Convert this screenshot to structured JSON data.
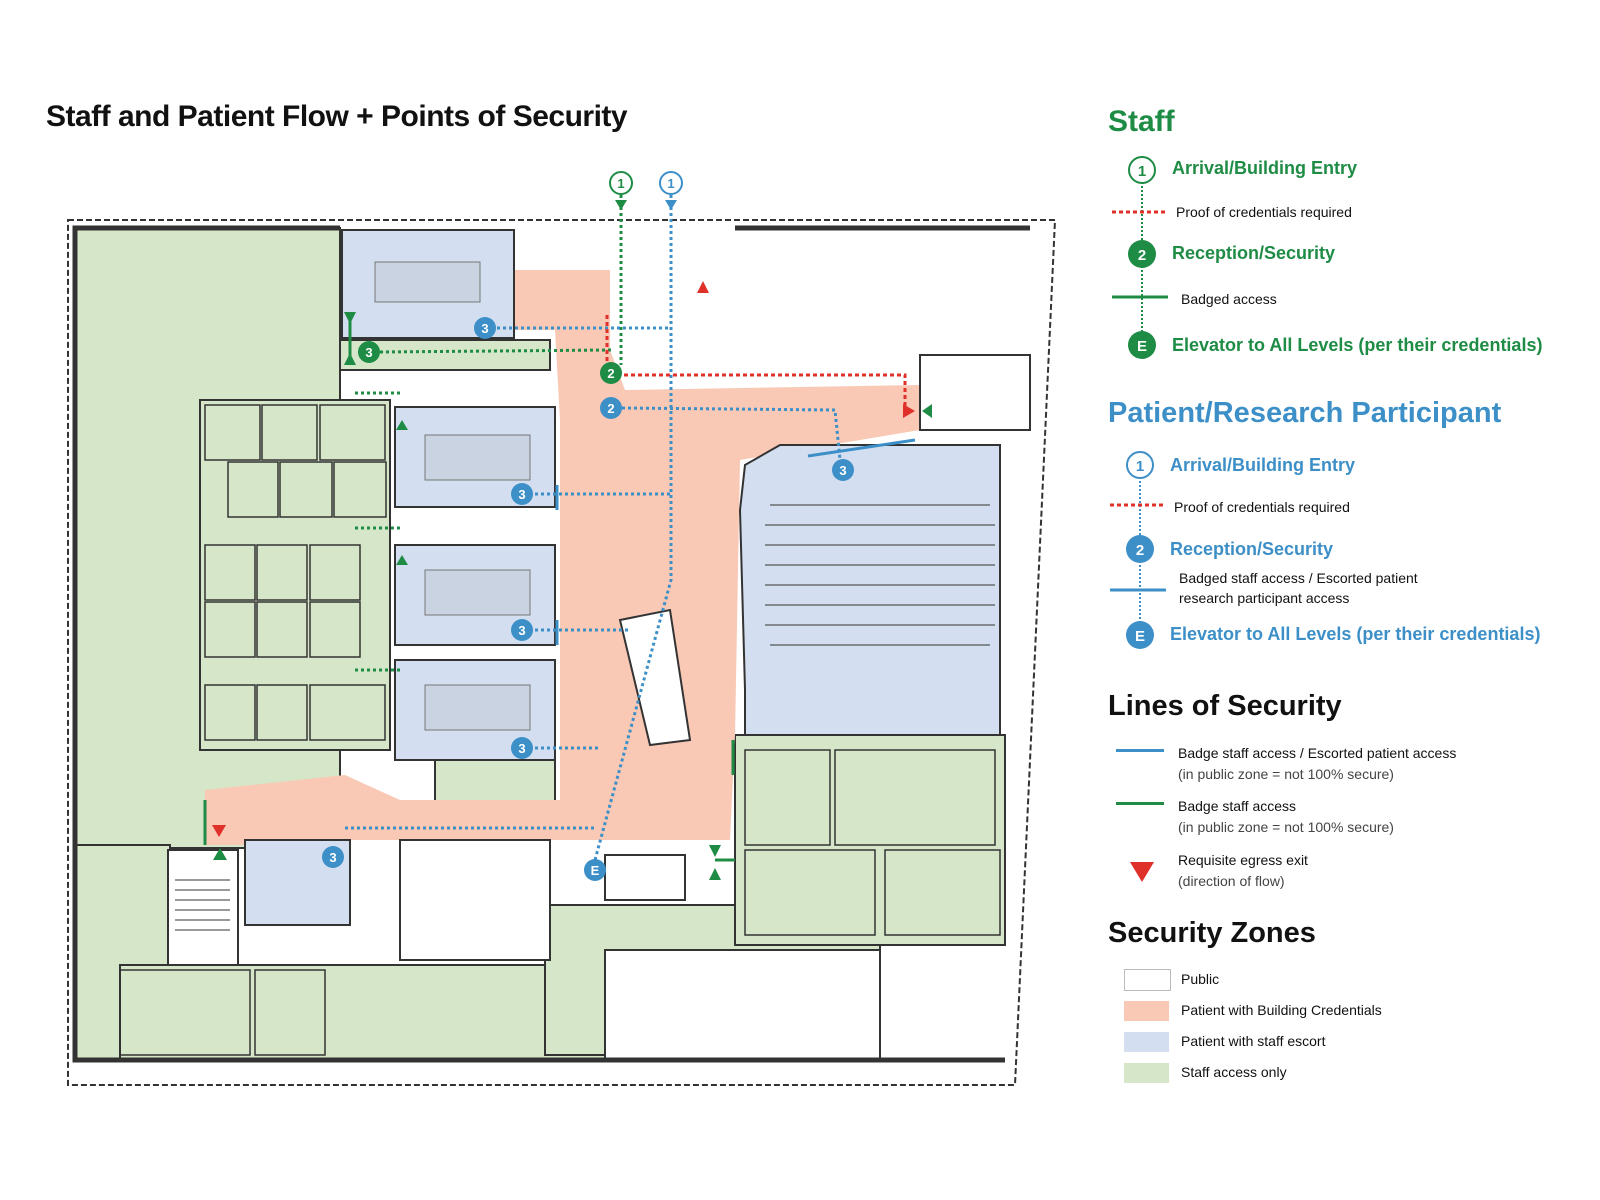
{
  "title": "Staff and Patient Flow + Points of Security",
  "colors": {
    "staff_green": "#1e8c45",
    "patient_blue": "#3d8fc8",
    "proof_red": "#e0302a",
    "zone_public": "#ffffff",
    "zone_patient_credentials": "#f9c9b5",
    "zone_patient_escort": "#d3dff0",
    "zone_staff_only": "#d5e7c8"
  },
  "legend": {
    "staff": {
      "heading": "Staff",
      "arrival": {
        "marker": "1",
        "label": "Arrival/Building Entry"
      },
      "proof": "Proof of credentials required",
      "reception": {
        "marker": "2",
        "label": "Reception/Security"
      },
      "badged": "Badged access",
      "elevator": {
        "marker": "E",
        "label": "Elevator to All Levels (per their credentials)"
      }
    },
    "patient": {
      "heading": "Patient/Research Participant",
      "arrival": {
        "marker": "1",
        "label": "Arrival/Building Entry"
      },
      "proof": "Proof of credentials required",
      "reception": {
        "marker": "2",
        "label": "Reception/Security"
      },
      "badged_line1": "Badged staff access / Escorted patient",
      "badged_line2": "research participant access",
      "elevator": {
        "marker": "E",
        "label": "Elevator to All Levels (per their credentials)"
      }
    },
    "lines": {
      "heading": "Lines of Security",
      "items": [
        {
          "label": "Badge staff access / Escorted patient access",
          "note": "(in public zone = not 100% secure)"
        },
        {
          "label": "Badge staff access",
          "note": "(in public zone = not 100% secure)"
        },
        {
          "label": "Requisite egress exit",
          "note": "(direction of flow)"
        }
      ]
    },
    "zones": {
      "heading": "Security Zones",
      "items": [
        "Public",
        "Patient with Building Credentials",
        "Patient with staff escort",
        "Staff access only"
      ]
    }
  },
  "plan": {
    "markers": {
      "staff_entry": "1",
      "patient_entry": "1",
      "staff_reception": "2",
      "patient_reception": "2",
      "staff_room": "3",
      "patient_room": "3",
      "elevator": "E"
    }
  }
}
